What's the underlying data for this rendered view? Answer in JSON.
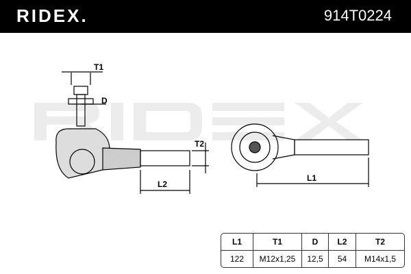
{
  "header": {
    "brand": "RIDEX.",
    "part_number": "914T0224"
  },
  "watermark": "RIDEX",
  "diagram": {
    "labels": {
      "t1": "T1",
      "d": "D",
      "t2": "T2",
      "l2": "L2",
      "l1": "L1"
    }
  },
  "table": {
    "headers": [
      "L1",
      "T1",
      "D",
      "L2",
      "T2"
    ],
    "values": [
      "122",
      "M12x1,25",
      "12,5",
      "54",
      "M14x1,5"
    ]
  }
}
